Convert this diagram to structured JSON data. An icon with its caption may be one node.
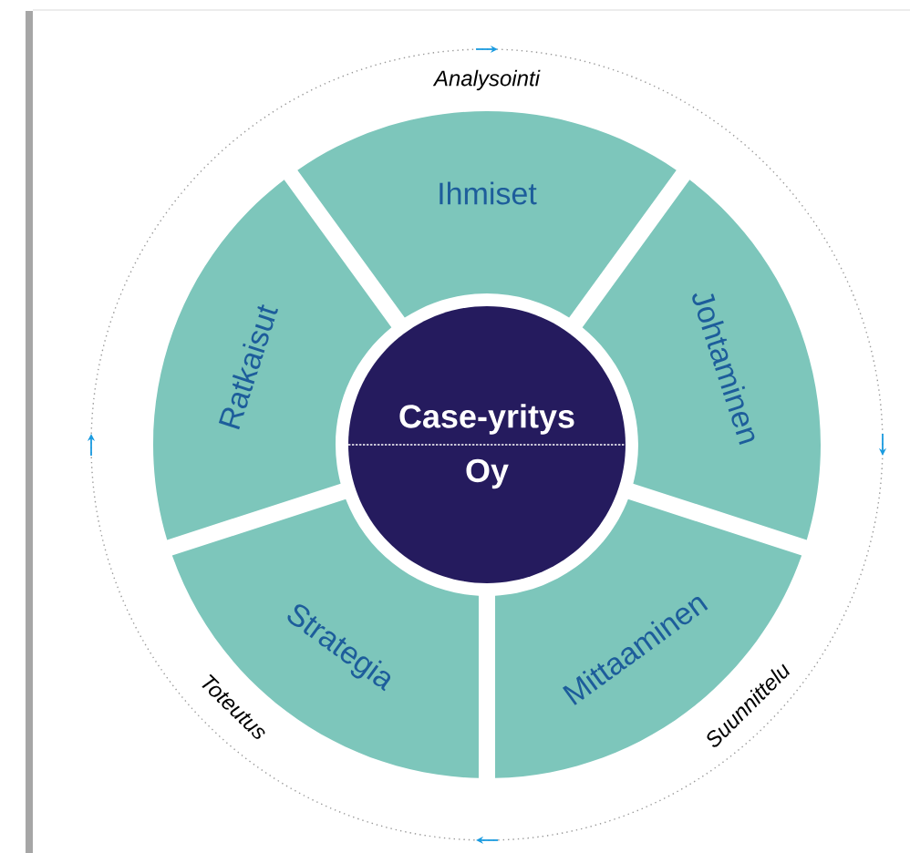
{
  "diagram": {
    "nodes": [
      {
        "text": [
          "Ihmiset"
        ]
      },
      {
        "text": [
          "Johtaminen"
        ]
      },
      {
        "text": [
          "Mittaaminen"
        ]
      },
      {
        "text": [
          "Strategia"
        ]
      },
      {
        "text": [
          "Ratkaisut"
        ]
      },
      {
        "text": [
          "Case-yritys",
          "Oy"
        ]
      }
    ],
    "labels": [
      "Analysointi",
      "Suunnittelu",
      "Toteutus"
    ]
  }
}
